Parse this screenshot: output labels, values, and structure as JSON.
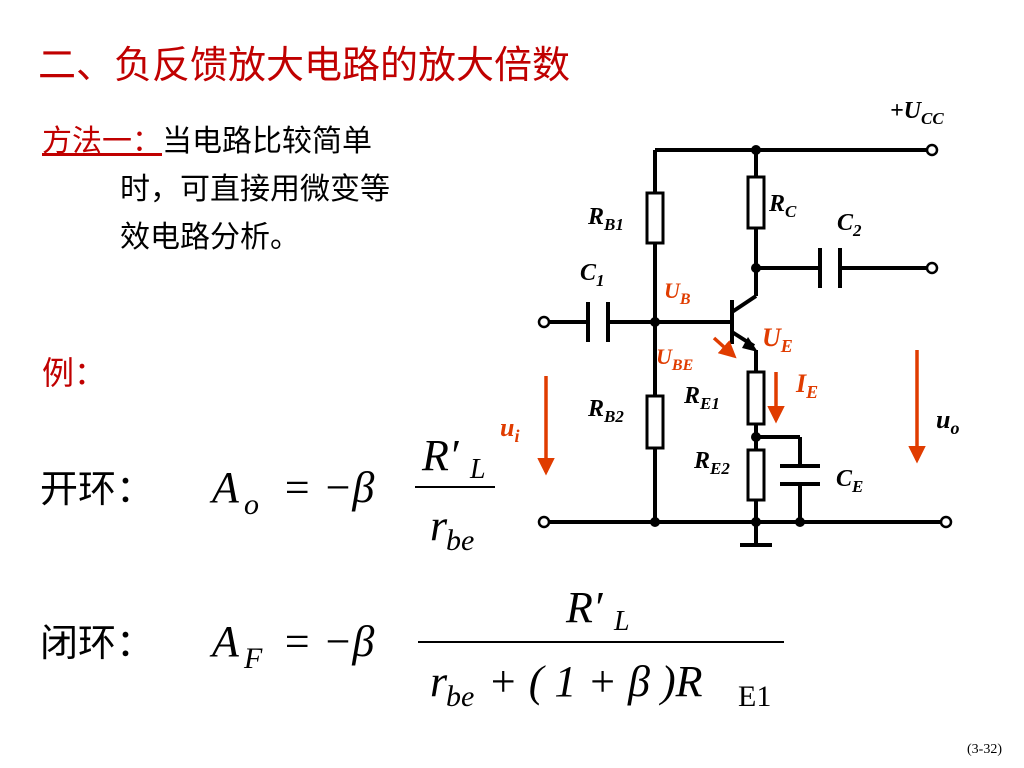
{
  "title": "二、负反馈放大电路的放大倍数",
  "method": {
    "label": "方法一：",
    "line1": "当电路比较简单",
    "line2": "时，可直接用微变等",
    "line3": "效电路分析。"
  },
  "example": "例：",
  "open_loop": {
    "label": "开环：",
    "lhs": "A",
    "lhs_sub": "o",
    "eq": "= −β",
    "num": "R′",
    "num_sub": "L",
    "den": "r",
    "den_sub": "be"
  },
  "closed_loop": {
    "label": "闭环：",
    "lhs": "A",
    "lhs_sub": "F",
    "eq": "= −β",
    "num": "R′",
    "num_sub": "L",
    "den1": "r",
    "den1_sub": "be",
    "den2": "+ ( 1 +  β  )R",
    "den2_sub": "E1"
  },
  "circuit": {
    "vcc": "+U",
    "vcc_sub": "CC",
    "rb1": "R",
    "rb1_sub": "B1",
    "rb2": "R",
    "rb2_sub": "B2",
    "rc": "R",
    "rc_sub": "C",
    "re1": "R",
    "re1_sub": "E1",
    "re2": "R",
    "re2_sub": "E2",
    "c1": "C",
    "c1_sub": "1",
    "c2": "C",
    "c2_sub": "2",
    "ce": "C",
    "ce_sub": "E",
    "ub": "U",
    "ub_sub": "B",
    "ube": "U",
    "ube_sub": "BE",
    "ue": "U",
    "ue_sub": "E",
    "ie": "I",
    "ie_sub": "E",
    "ui": "u",
    "ui_sub": "i",
    "uo": "u",
    "uo_sub": "o"
  },
  "colors": {
    "title": "#c00000",
    "accent": "#e03c00",
    "wire": "#000000"
  },
  "page_number": "(3-32)"
}
